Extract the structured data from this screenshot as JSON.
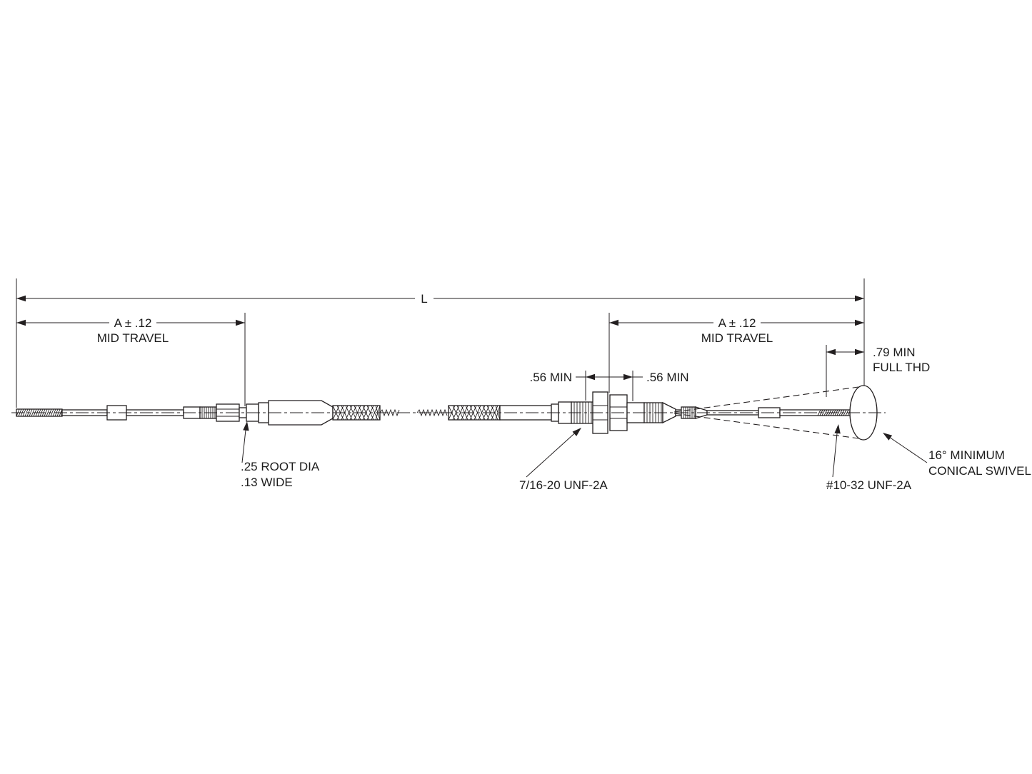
{
  "colors": {
    "ink": "#231f20",
    "background": "#ffffff"
  },
  "dimensions": {
    "overall_length": {
      "label": "L"
    },
    "mid_travel_left": {
      "value": "A ± .12",
      "note": "MID TRAVEL"
    },
    "mid_travel_right": {
      "value": "A ± .12",
      "note": "MID TRAVEL"
    },
    "full_thread": {
      "value": ".79 MIN",
      "note": "FULL THD"
    },
    "min_travel_left": {
      "value": ".56 MIN"
    },
    "min_travel_right": {
      "value": ".56 MIN"
    }
  },
  "callouts": {
    "groove": {
      "line1": ".25 ROOT DIA",
      "line2": ".13 WIDE"
    },
    "bulkhead_thread": {
      "text": "7/16-20 UNF-2A"
    },
    "rod_thread": {
      "text": "#10-32 UNF-2A"
    },
    "swivel": {
      "line1": "16° MINIMUM",
      "line2": "CONICAL SWIVEL"
    }
  }
}
